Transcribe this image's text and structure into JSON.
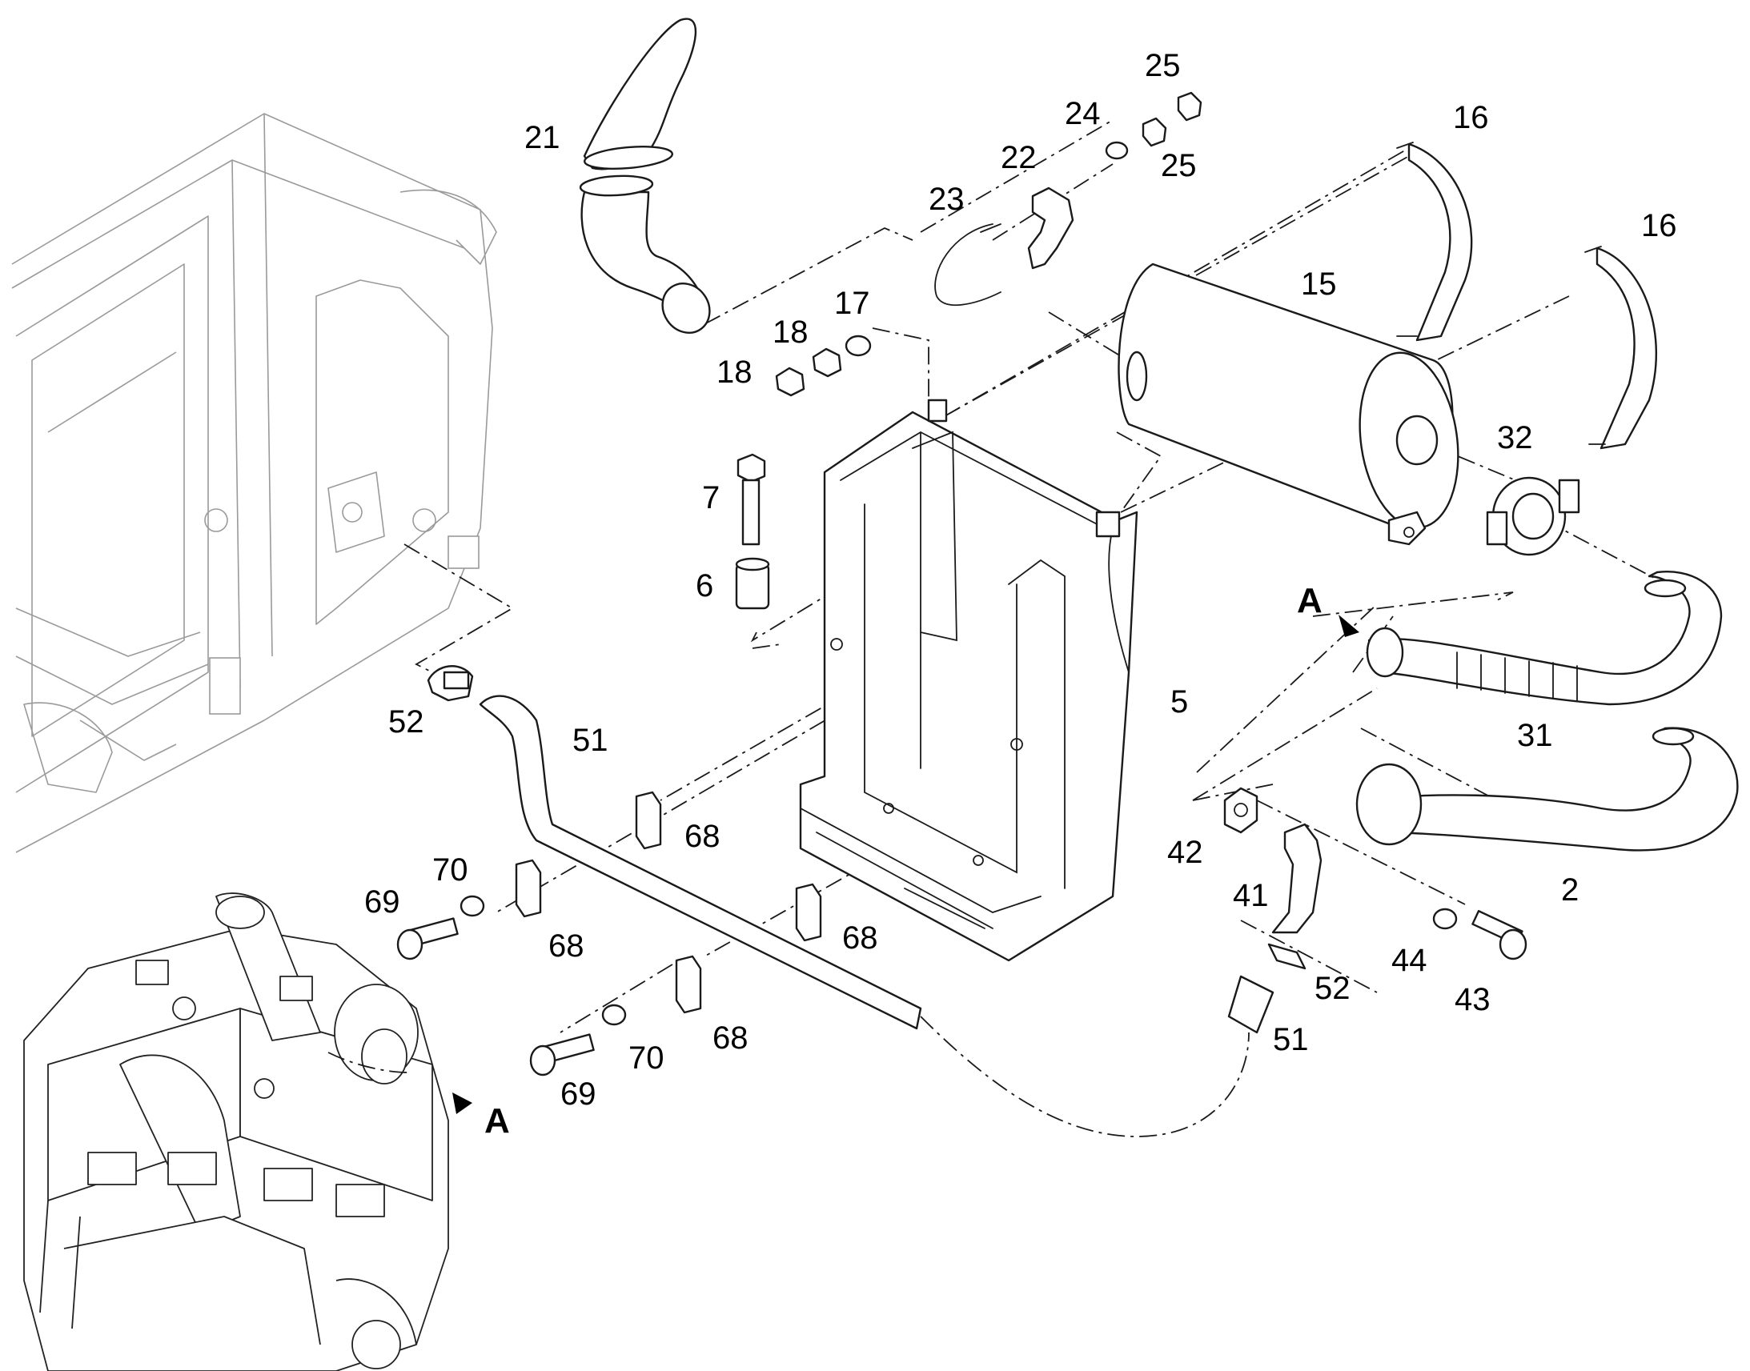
{
  "view_marker": {
    "label": "A"
  },
  "colors": {
    "line": "#1a1a1a",
    "ghost": "#9a9a9a",
    "background": "#ffffff"
  },
  "callouts": {
    "c2": "2",
    "c5": "5",
    "c6": "6",
    "c7": "7",
    "c15": "15",
    "c16a": "16",
    "c16b": "16",
    "c17": "17",
    "c18a": "18",
    "c18b": "18",
    "c21": "21",
    "c22": "22",
    "c23": "23",
    "c24": "24",
    "c25a": "25",
    "c25b": "25",
    "c31": "31",
    "c32": "32",
    "c41": "41",
    "c42": "42",
    "c43": "43",
    "c44": "44",
    "c51a": "51",
    "c51b": "51",
    "c52a": "52",
    "c52b": "52",
    "c68a": "68",
    "c68b": "68",
    "c68c": "68",
    "c68d": "68",
    "c69a": "69",
    "c69b": "69",
    "c70a": "70",
    "c70b": "70"
  }
}
